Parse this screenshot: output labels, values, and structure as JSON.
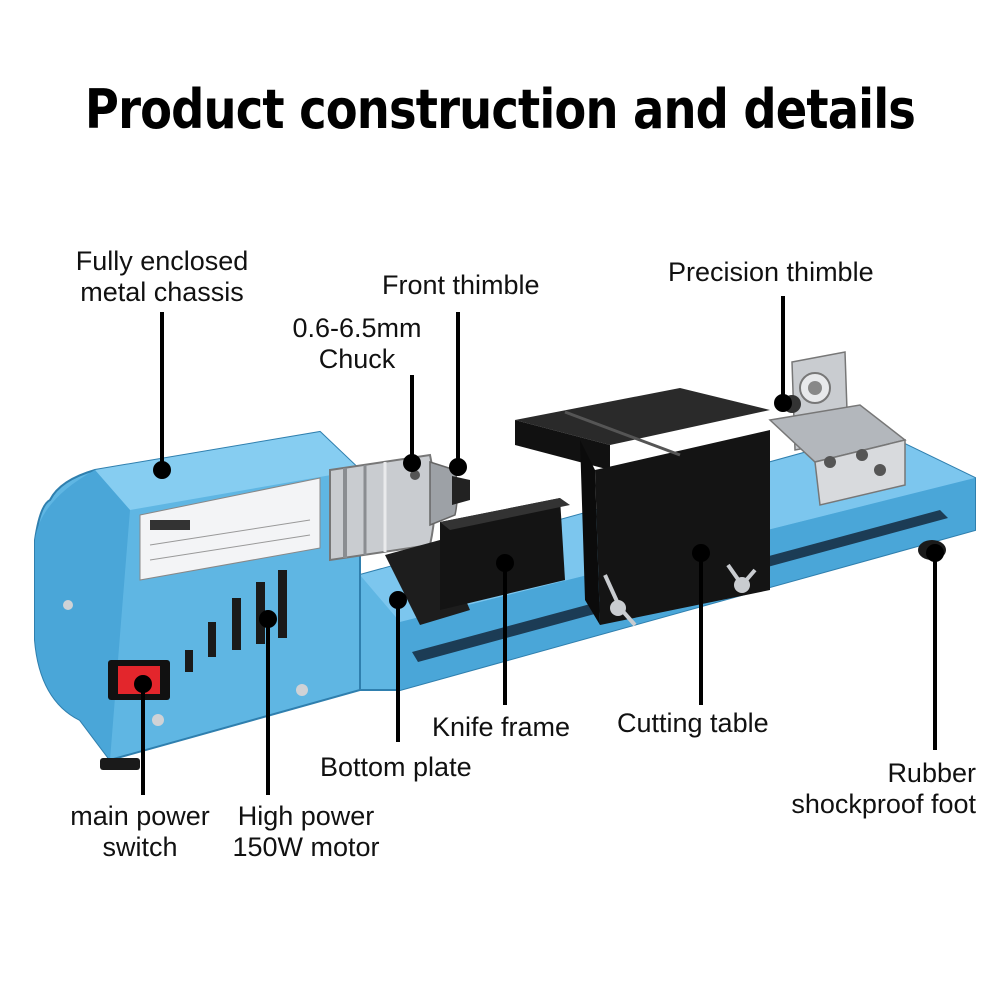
{
  "title": "Product construction and details",
  "labels": {
    "chassis_line1": "Fully enclosed",
    "chassis_line2": "metal chassis",
    "front_thimble": "Front thimble",
    "chuck_line1": "0.6-6.5mm",
    "chuck_line2": "Chuck",
    "precision_thimble": "Precision thimble",
    "knife_frame": "Knife frame",
    "cutting_table": "Cutting table",
    "bottom_plate": "Bottom plate",
    "rubber_line1": "Rubber",
    "rubber_line2": "shockproof foot",
    "power_line1": "main power",
    "power_line2": "switch",
    "motor_line1": "High power",
    "motor_line2": "150W motor"
  },
  "colors": {
    "body_blue": "#5fb6e3",
    "body_blue_dark": "#3a93c4",
    "metal_black": "#141414",
    "chrome": "#c9ccd0",
    "switch_red": "#e3262c"
  }
}
